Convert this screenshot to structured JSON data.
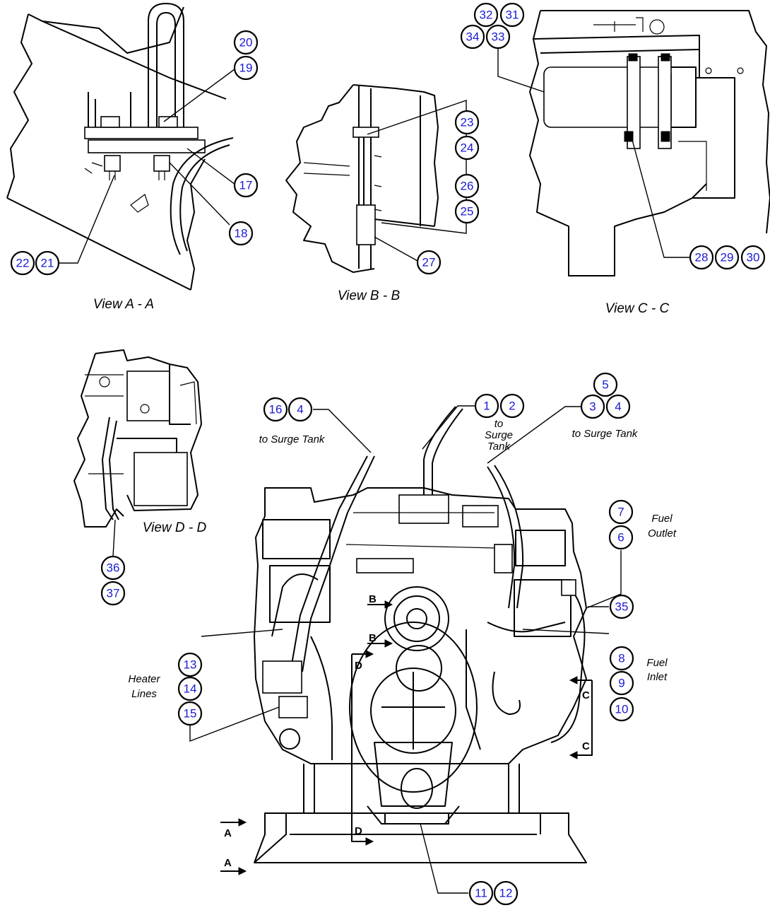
{
  "views": {
    "a": "View A - A",
    "b": "View B - B",
    "c": "View C - C",
    "d": "View D - D"
  },
  "labels": {
    "surge_left": "to Surge Tank",
    "surge_mid_1": "to",
    "surge_mid_2": "Surge",
    "surge_mid_3": "Tank",
    "surge_right": "to Surge Tank",
    "fuel_outlet_1": "Fuel",
    "fuel_outlet_2": "Outlet",
    "fuel_inlet_1": "Fuel",
    "fuel_inlet_2": "Inlet",
    "heater_1": "Heater",
    "heater_2": "Lines"
  },
  "section_letters": {
    "a": "A",
    "b": "B",
    "c": "C",
    "d": "D"
  },
  "callouts": {
    "c1": "1",
    "c2": "2",
    "c3": "3",
    "c4a": "4",
    "c4b": "4",
    "c5": "5",
    "c6": "6",
    "c7": "7",
    "c8": "8",
    "c9": "9",
    "c10": "10",
    "c11": "11",
    "c12": "12",
    "c13": "13",
    "c14": "14",
    "c15": "15",
    "c16": "16",
    "c17": "17",
    "c18": "18",
    "c19": "19",
    "c20": "20",
    "c21": "21",
    "c22": "22",
    "c23": "23",
    "c24": "24",
    "c25": "25",
    "c26": "26",
    "c27": "27",
    "c28": "28",
    "c29": "29",
    "c30": "30",
    "c31": "31",
    "c32": "32",
    "c33": "33",
    "c34": "34",
    "c35": "35",
    "c36": "36",
    "c37": "37"
  },
  "colors": {
    "callout_number": "#1a1ad6",
    "line_art": "#000000",
    "background": "#ffffff"
  }
}
